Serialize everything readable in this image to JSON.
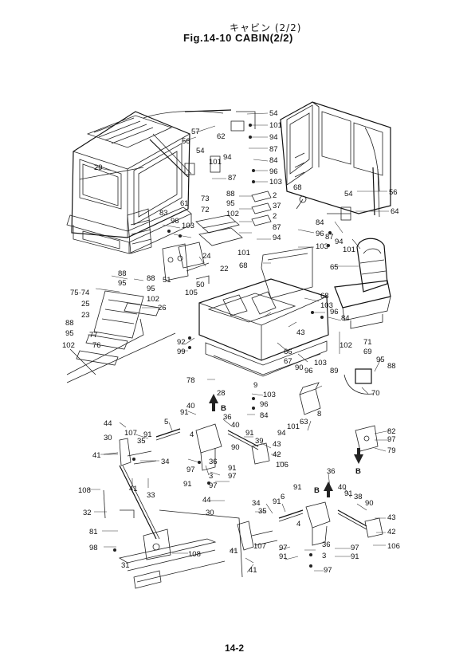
{
  "header": {
    "title_jp": "キャビン (2/2)",
    "title_en": "Fig.14-10   CABIN(2/2)"
  },
  "page_number": "14-2",
  "view_markers": [
    "B",
    "B",
    "B"
  ],
  "callouts": [
    {
      "n": "54"
    },
    {
      "n": "101"
    },
    {
      "n": "94"
    },
    {
      "n": "87"
    },
    {
      "n": "62"
    },
    {
      "n": "57"
    },
    {
      "n": "56"
    },
    {
      "n": "29"
    },
    {
      "n": "54"
    },
    {
      "n": "94"
    },
    {
      "n": "101"
    },
    {
      "n": "87"
    },
    {
      "n": "84"
    },
    {
      "n": "96"
    },
    {
      "n": "103"
    },
    {
      "n": "68"
    },
    {
      "n": "61"
    },
    {
      "n": "73"
    },
    {
      "n": "88"
    },
    {
      "n": "95"
    },
    {
      "n": "102"
    },
    {
      "n": "72"
    },
    {
      "n": "2"
    },
    {
      "n": "37"
    },
    {
      "n": "2"
    },
    {
      "n": "87"
    },
    {
      "n": "94"
    },
    {
      "n": "83"
    },
    {
      "n": "96"
    },
    {
      "n": "103"
    },
    {
      "n": "84"
    },
    {
      "n": "96"
    },
    {
      "n": "103"
    },
    {
      "n": "54"
    },
    {
      "n": "56"
    },
    {
      "n": "64"
    },
    {
      "n": "87"
    },
    {
      "n": "94"
    },
    {
      "n": "101"
    },
    {
      "n": "65"
    },
    {
      "n": "101"
    },
    {
      "n": "24"
    },
    {
      "n": "22"
    },
    {
      "n": "68"
    },
    {
      "n": "51"
    },
    {
      "n": "50"
    },
    {
      "n": "105"
    },
    {
      "n": "88"
    },
    {
      "n": "95"
    },
    {
      "n": "88"
    },
    {
      "n": "95"
    },
    {
      "n": "102"
    },
    {
      "n": "75·74"
    },
    {
      "n": "25"
    },
    {
      "n": "26"
    },
    {
      "n": "23"
    },
    {
      "n": "88"
    },
    {
      "n": "95"
    },
    {
      "n": "77"
    },
    {
      "n": "102"
    },
    {
      "n": "76"
    },
    {
      "n": "68"
    },
    {
      "n": "103"
    },
    {
      "n": "96"
    },
    {
      "n": "84"
    },
    {
      "n": "43"
    },
    {
      "n": "92"
    },
    {
      "n": "99"
    },
    {
      "n": "66"
    },
    {
      "n": "67"
    },
    {
      "n": "90"
    },
    {
      "n": "96"
    },
    {
      "n": "103"
    },
    {
      "n": "102"
    },
    {
      "n": "71"
    },
    {
      "n": "69"
    },
    {
      "n": "95"
    },
    {
      "n": "89"
    },
    {
      "n": "88"
    },
    {
      "n": "70"
    },
    {
      "n": "78"
    },
    {
      "n": "28"
    },
    {
      "n": "9"
    },
    {
      "n": "103"
    },
    {
      "n": "96"
    },
    {
      "n": "84"
    },
    {
      "n": "63"
    },
    {
      "n": "8"
    },
    {
      "n": "94"
    },
    {
      "n": "101"
    },
    {
      "n": "40"
    },
    {
      "n": "91"
    },
    {
      "n": "36"
    },
    {
      "n": "44"
    },
    {
      "n": "107"
    },
    {
      "n": "91"
    },
    {
      "n": "5"
    },
    {
      "n": "30"
    },
    {
      "n": "35"
    },
    {
      "n": "4"
    },
    {
      "n": "40"
    },
    {
      "n": "91"
    },
    {
      "n": "39"
    },
    {
      "n": "90"
    },
    {
      "n": "43"
    },
    {
      "n": "42"
    },
    {
      "n": "106"
    },
    {
      "n": "82"
    },
    {
      "n": "97"
    },
    {
      "n": "79"
    },
    {
      "n": "41"
    },
    {
      "n": "34"
    },
    {
      "n": "36"
    },
    {
      "n": "97"
    },
    {
      "n": "91"
    },
    {
      "n": "97"
    },
    {
      "n": "91"
    },
    {
      "n": "3"
    },
    {
      "n": "97"
    },
    {
      "n": "41"
    },
    {
      "n": "33"
    },
    {
      "n": "36"
    },
    {
      "n": "108"
    },
    {
      "n": "91"
    },
    {
      "n": "40"
    },
    {
      "n": "91"
    },
    {
      "n": "38"
    },
    {
      "n": "90"
    },
    {
      "n": "44"
    },
    {
      "n": "30"
    },
    {
      "n": "34"
    },
    {
      "n": "35"
    },
    {
      "n": "91"
    },
    {
      "n": "6"
    },
    {
      "n": "32"
    },
    {
      "n": "43"
    },
    {
      "n": "4"
    },
    {
      "n": "42"
    },
    {
      "n": "81"
    },
    {
      "n": "106"
    },
    {
      "n": "98"
    },
    {
      "n": "41"
    },
    {
      "n": "107"
    },
    {
      "n": "97"
    },
    {
      "n": "91"
    },
    {
      "n": "36"
    },
    {
      "n": "97"
    },
    {
      "n": "91"
    },
    {
      "n": "3"
    },
    {
      "n": "108"
    },
    {
      "n": "97"
    },
    {
      "n": "31"
    },
    {
      "n": "41"
    }
  ]
}
